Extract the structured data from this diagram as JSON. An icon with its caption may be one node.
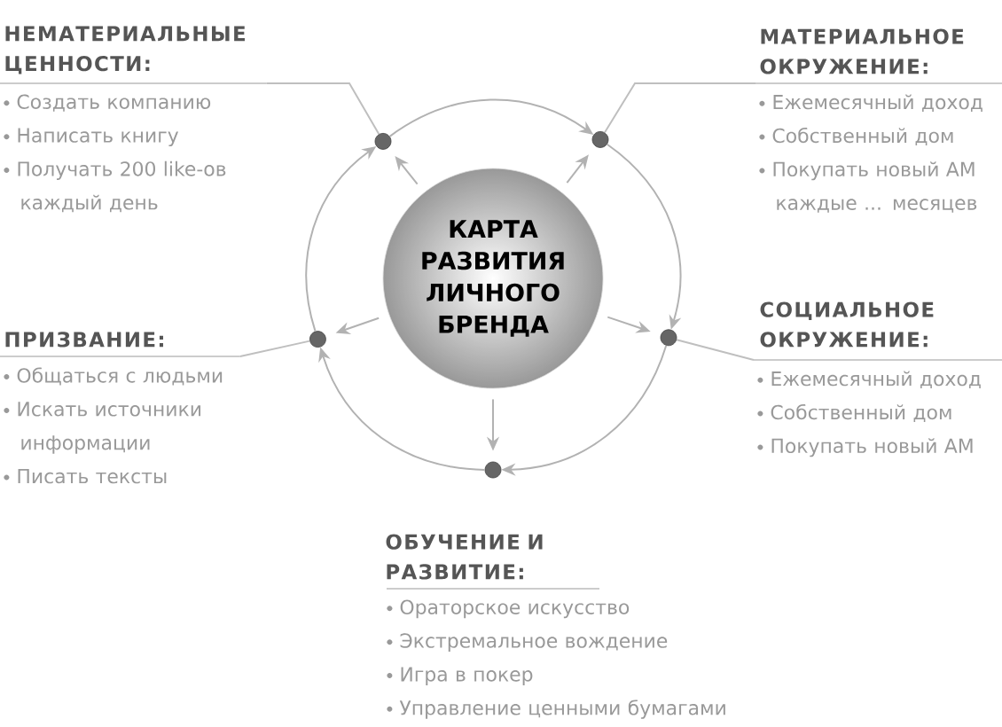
{
  "diagram": {
    "nodes": [
      {
        "text": [
          "КАРТА РАЗВИТИЯ ЛИЧНОГО БРЕНДА"
        ]
      },
      {
        "text": [],
        "shape": "circle"
      },
      {
        "text": [],
        "shape": "circle"
      },
      {
        "text": [],
        "shape": "circle"
      },
      {
        "text": [],
        "shape": "circle"
      },
      {
        "text": [],
        "shape": "circle"
      },
      {
        "text": [
          "НЕМАТЕРИАЛЬНЫЕ ЦЕННОСТИ:",
          "Создать компанию",
          "Написать книгу",
          "Получать 200 like-ов каждый день"
        ]
      },
      {
        "text": [
          "МАТЕРИАЛЬНОЕ ОКРУЖЕНИЕ:",
          "Ежемесячный доход",
          "Собственный дом",
          "Покупать новый АМ каждые ... месяцев"
        ]
      },
      {
        "text": [
          "ПРИЗВАНИЕ:",
          "Общаться с людьми",
          "Искать источники информации",
          "Писать тексты"
        ]
      },
      {
        "text": [
          "СОЦИАЛЬНОЕ ОКРУЖЕНИЕ:",
          "Ежемесячный доход",
          "Собственный дом",
          "Покупать новый АМ"
        ]
      }
    ],
    "edges": [
      {
        "from": 0,
        "to": 1,
        "arrow": "to"
      },
      {
        "from": 0,
        "to": 2,
        "arrow": "to"
      },
      {
        "from": 0,
        "to": 3,
        "arrow": "to"
      },
      {
        "from": 0,
        "to": 4,
        "arrow": "to"
      },
      {
        "from": 0,
        "to": 5,
        "arrow": "to"
      },
      {
        "from": 2,
        "to": 4,
        "arrow": "to"
      },
      {
        "from": 4,
        "to": 5,
        "arrow": "to"
      },
      {
        "from": 5,
        "to": 3,
        "arrow": "to"
      },
      {
        "from": 3,
        "to": 1,
        "arrow": "to"
      },
      {
        "from": 1,
        "to": 2,
        "arrow": "to"
      },
      {
        "from": 2,
        "to": 6,
        "arrow": "none"
      },
      {
        "from": 4,
        "to": 7,
        "arrow": "none"
      },
      {
        "from": 1,
        "to": 8,
        "arrow": "none"
      },
      {
        "from": 5,
        "to": 9,
        "arrow": "none"
      }
    ],
    "labels": [
      "ОБУЧЕНИЕ И РАЗВИТИЕ:",
      "Ораторское искусство",
      "Экстремальное вождение",
      "Игра в покер",
      "Управление ценными бумагами"
    ]
  }
}
